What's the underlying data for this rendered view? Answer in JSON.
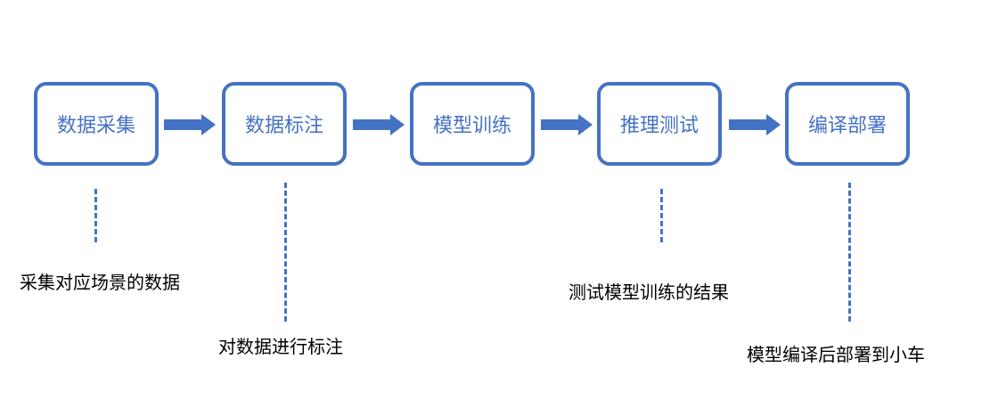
{
  "steps": [
    {
      "label": "数据采集"
    },
    {
      "label": "数据标注"
    },
    {
      "label": "模型训练"
    },
    {
      "label": "推理测试"
    },
    {
      "label": "编译部署"
    }
  ],
  "notes": {
    "collect": "采集对应场景的数据",
    "annotate": "对数据进行标注",
    "test": "测试模型训练的结果",
    "deploy": "模型编译后部署到小车"
  },
  "colors": {
    "accent": "#4472C4",
    "text": "#000000",
    "background": "#ffffff"
  }
}
